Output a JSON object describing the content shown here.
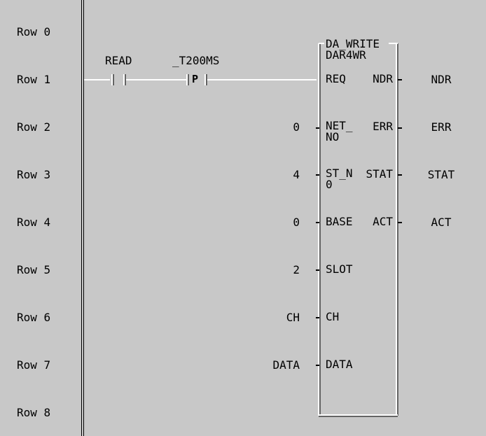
{
  "rows": [
    "Row 0",
    "Row 1",
    "Row 2",
    "Row 3",
    "Row 4",
    "Row 5",
    "Row 6",
    "Row 7",
    "Row 8"
  ],
  "contacts": {
    "contact1": "READ",
    "contact2_name": "_T200MS",
    "contact2_flag": "P"
  },
  "block": {
    "name": "DA_WRITE",
    "type": "DAR4WR",
    "inputs": [
      "REQ",
      "NET_\nNO",
      "ST_N\n0",
      "BASE",
      "SLOT",
      "CH",
      "DATA"
    ],
    "outputs": [
      "NDR",
      "ERR",
      "STAT",
      "ACT"
    ]
  },
  "input_values": [
    "0",
    "4",
    "0",
    "2",
    "CH",
    "DATA"
  ],
  "output_vars": [
    "NDR",
    "ERR",
    "STAT",
    "ACT"
  ]
}
